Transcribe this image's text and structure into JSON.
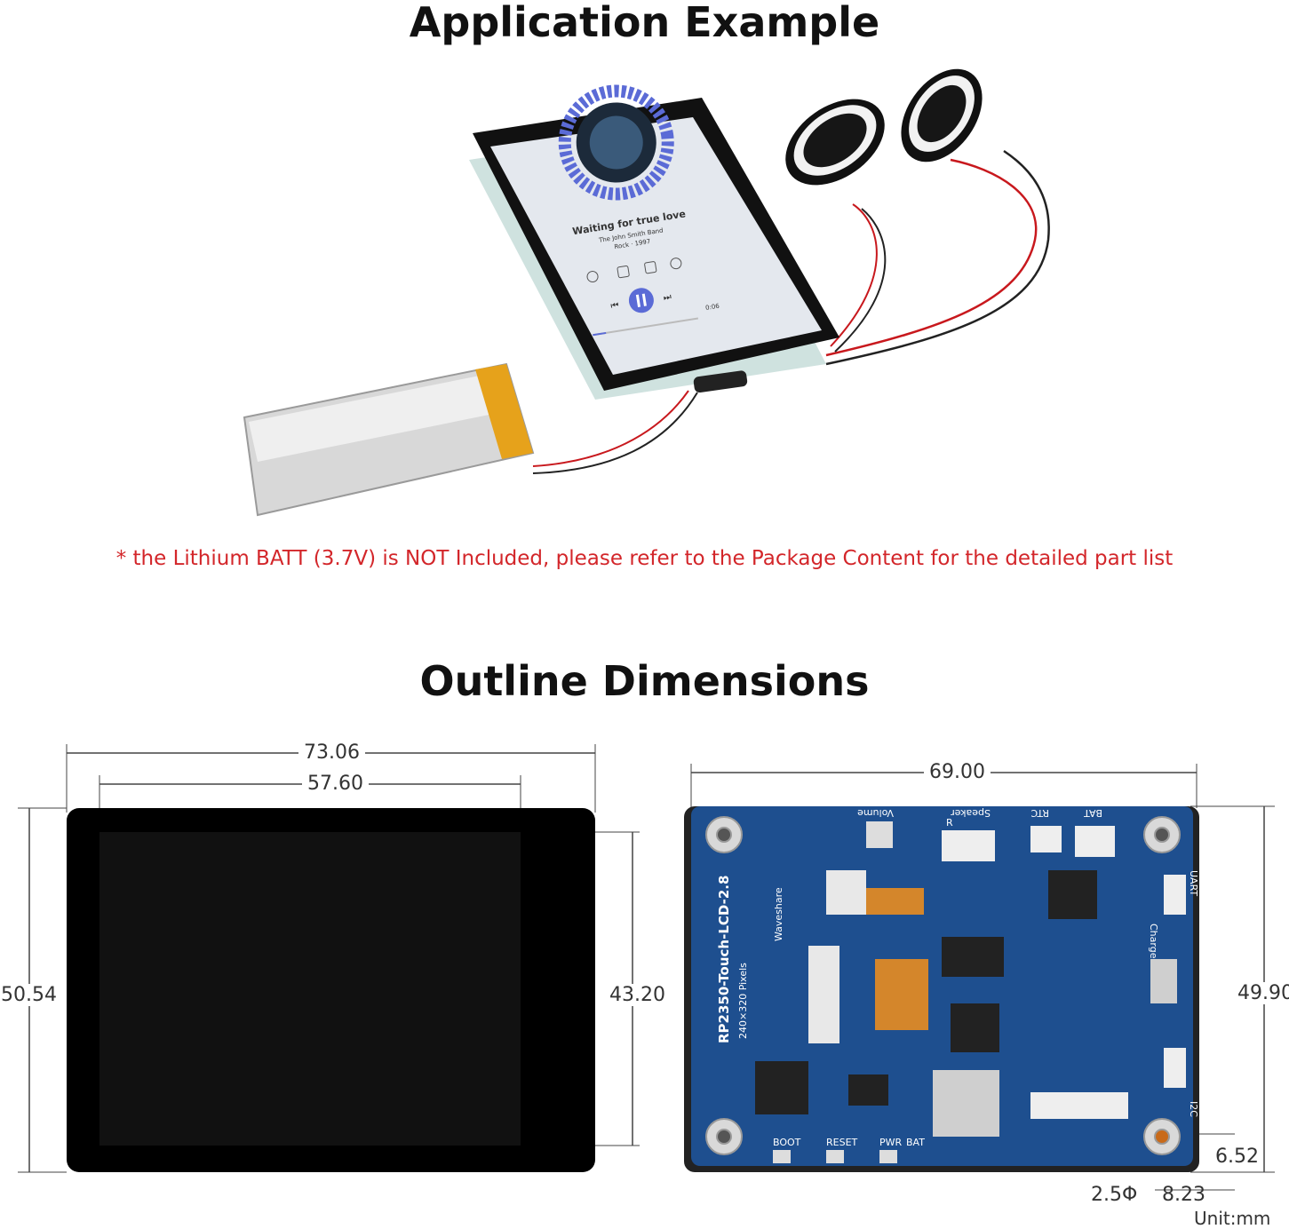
{
  "sections": {
    "application_title": "Application Example",
    "outline_title": "Outline Dimensions"
  },
  "note": "* the Lithium BATT (3.7V) is NOT Included, please refer to the Package Content for the detailed part list",
  "player": {
    "song": "Waiting for true love",
    "artist": "The John Smith Band",
    "genre": "Rock · 1997",
    "time": "0:06"
  },
  "front_dims": {
    "width_outer": "73.06",
    "width_inner": "57.60",
    "height_outer": "50.54",
    "height_inner": "43.20"
  },
  "back_dims": {
    "width": "69.00",
    "height": "49.90",
    "hole_offset_y": "6.52",
    "hole_diameter": "2.5Φ",
    "hole_offset_x": "8.23",
    "unit": "Unit:mm"
  },
  "pcb": {
    "name": "RP2350-Touch-LCD-2.8",
    "resolution": "240×320 Pixels",
    "brand": "Waveshare",
    "labels": [
      "Volume",
      "Speaker",
      "R",
      "RTC",
      "BAT",
      "UART",
      "BOOT",
      "RESET",
      "PWR",
      "BAT",
      "I2C",
      "Charge"
    ]
  },
  "colors": {
    "note_red": "#d3262a",
    "pcb_blue": "#1e4f8f",
    "accent_purple": "#5b6bd6"
  }
}
